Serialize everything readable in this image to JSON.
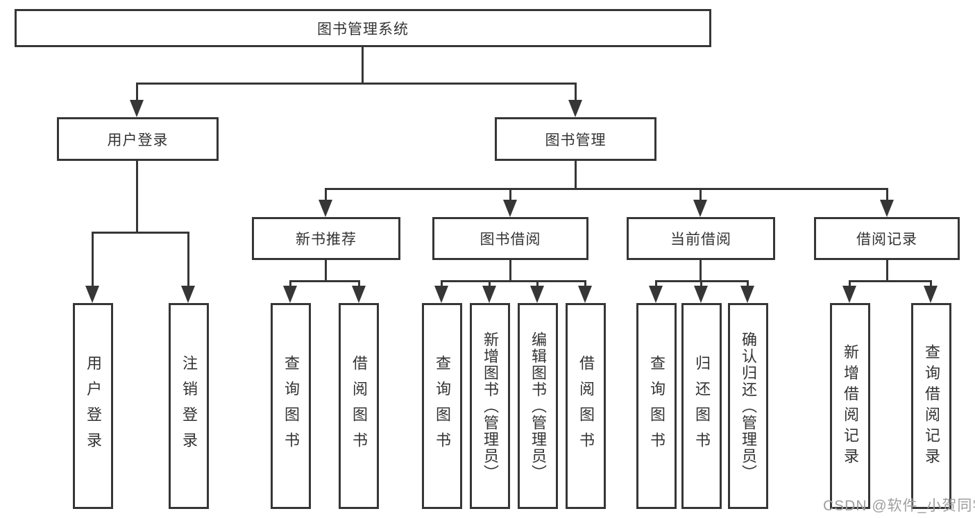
{
  "diagram": {
    "watermark": "CSDN @软件_小贺同学",
    "colors": {
      "line": "#363636",
      "text": "#333333",
      "background": "#ffffff",
      "watermark_gray": "#9e9e9e"
    },
    "root": {
      "label": "图书管理系统",
      "children": [
        {
          "label": "用户登录",
          "children": [
            {
              "label": "用户登录"
            },
            {
              "label": "注销登录"
            }
          ]
        },
        {
          "label": "图书管理",
          "children": [
            {
              "label": "新书推荐",
              "children": [
                {
                  "label": "查询图书"
                },
                {
                  "label": "借阅图书"
                }
              ]
            },
            {
              "label": "图书借阅",
              "children": [
                {
                  "label": "查询图书"
                },
                {
                  "label": "新增图书（管理员）"
                },
                {
                  "label": "编辑图书（管理员）"
                },
                {
                  "label": "借阅图书"
                }
              ]
            },
            {
              "label": "当前借阅",
              "children": [
                {
                  "label": "查询图书"
                },
                {
                  "label": "归还图书"
                },
                {
                  "label": "确认归还（管理员）"
                }
              ]
            },
            {
              "label": "借阅记录",
              "children": [
                {
                  "label": "新增借阅记录"
                },
                {
                  "label": "查询借阅记录"
                }
              ]
            }
          ]
        }
      ]
    }
  }
}
